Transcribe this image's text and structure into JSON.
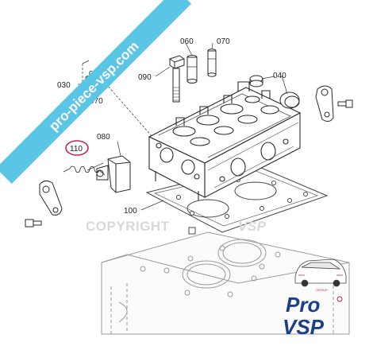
{
  "banner": {
    "text": "pro-piece-vsp.com",
    "color": "#5bc5e6"
  },
  "watermark": {
    "text": "COPYRIGHT",
    "suffix": "VSP"
  },
  "callouts": [
    {
      "id": "010",
      "text": "010"
    },
    {
      "id": "030",
      "text": "030"
    },
    {
      "id": "040a",
      "text": "040"
    },
    {
      "id": "040b",
      "text": "040"
    },
    {
      "id": "060",
      "text": "060"
    },
    {
      "id": "070a",
      "text": "070"
    },
    {
      "id": "070b",
      "text": "070"
    },
    {
      "id": "080",
      "text": "080"
    },
    {
      "id": "090",
      "text": "090"
    },
    {
      "id": "100",
      "text": "100"
    },
    {
      "id": "110",
      "text": "110",
      "highlighted": true
    }
  ],
  "highlight_color": "#c0245c",
  "logo": {
    "word1": "Pro",
    "word2": "VSP",
    "tag": "GROUP",
    "colors": {
      "pro": "#1b3f8c",
      "vsp": "#1b3f8c",
      "accent": "#c0245c"
    }
  }
}
